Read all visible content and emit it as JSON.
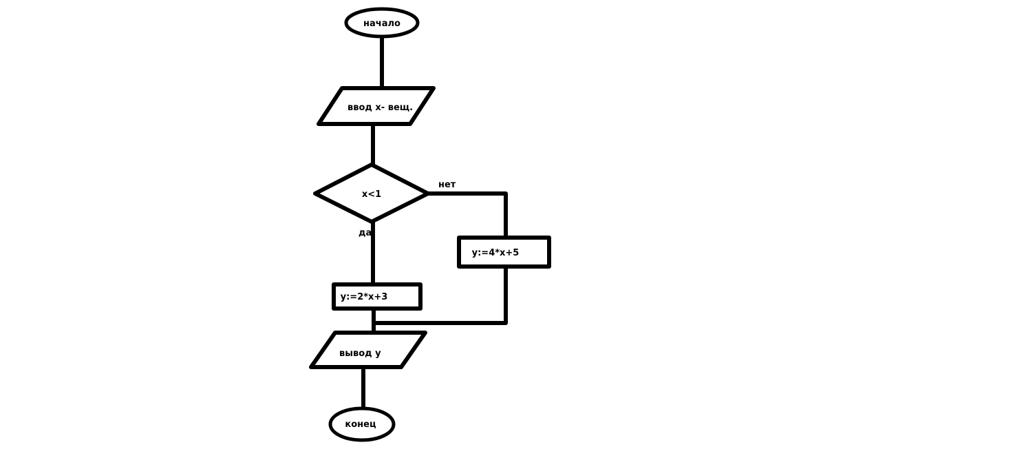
{
  "diagram": {
    "kind": "flowchart",
    "theme": {
      "line_color": "#000000",
      "text_color": "#000000",
      "background_color": "#ffffff"
    },
    "nodes": {
      "start": {
        "shape": "terminator",
        "label": "начало"
      },
      "input": {
        "shape": "parallelogram",
        "label": "ввод x- вещ."
      },
      "decision": {
        "shape": "diamond",
        "label": "x<1"
      },
      "process_no": {
        "shape": "rectangle",
        "label": "y:=4*x+5"
      },
      "process_yes": {
        "shape": "rectangle",
        "label": "y:=2*x+3"
      },
      "output": {
        "shape": "parallelogram",
        "label": "вывод y"
      },
      "end": {
        "shape": "terminator",
        "label": "конец"
      }
    },
    "edges": {
      "no_label": "нет",
      "yes_label": "да"
    }
  }
}
